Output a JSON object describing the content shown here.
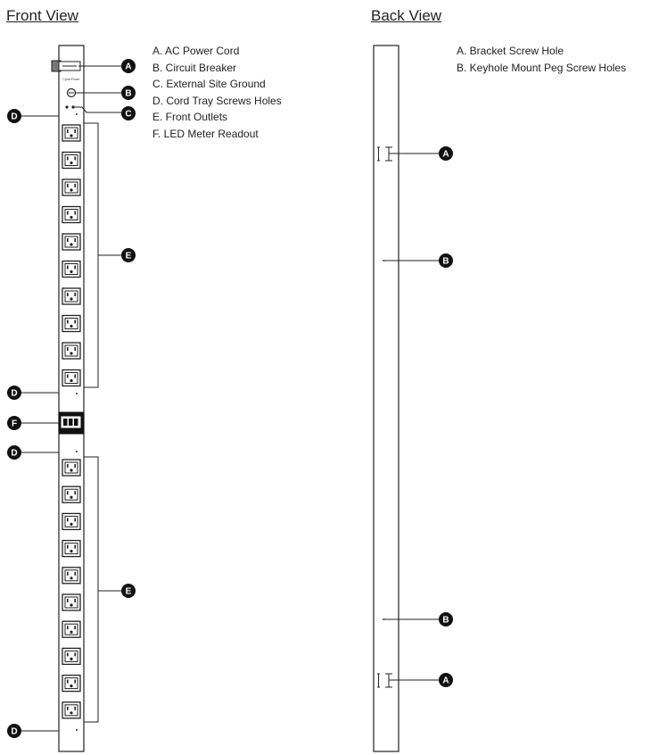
{
  "front": {
    "title": "Front View",
    "legend": [
      "A. AC Power Cord",
      "B. Circuit Breaker",
      "C. External Site Ground",
      "D. Cord Tray Screws Holes",
      "E. Front Outlets",
      "F. LED Meter Readout"
    ],
    "callouts": {
      "a": "A",
      "b": "B",
      "c": "C",
      "d": "D",
      "e": "E",
      "f": "F"
    },
    "outlets_per_bank": 10,
    "brand_text": "CyberPower"
  },
  "back": {
    "title": "Back View",
    "legend": [
      "A. Bracket Screw Hole",
      "B. Keyhole Mount Peg Screw Holes"
    ],
    "callouts": {
      "a": "A",
      "b": "B"
    }
  }
}
